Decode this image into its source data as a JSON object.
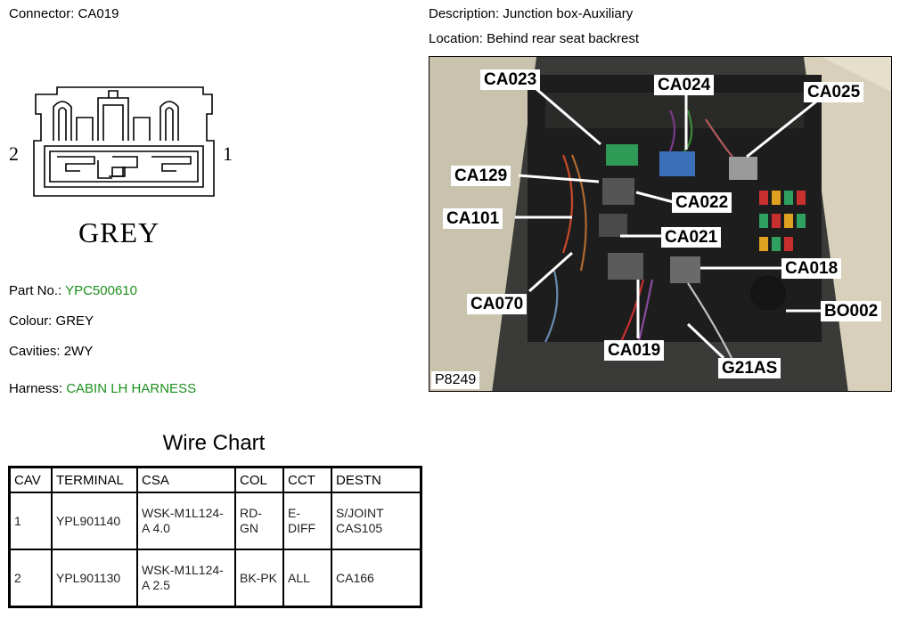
{
  "connector": {
    "label": "Connector:",
    "id": "CA019",
    "pin_left": "2",
    "pin_right": "1",
    "colour_text": "GREY"
  },
  "header": {
    "description_label": "Description:",
    "description": "Junction box-Auxiliary",
    "location_label": "Location:",
    "location": "Behind rear seat backrest"
  },
  "details": {
    "part_no_label": "Part No.:",
    "part_no": "YPC500610",
    "colour_label": "Colour:",
    "colour": "GREY",
    "cavities_label": "Cavities:",
    "cavities": "2WY",
    "harness_label": "Harness:",
    "harness": "CABIN LH HARNESS"
  },
  "photo": {
    "code": "P8249",
    "callouts": [
      "CA023",
      "CA024",
      "CA025",
      "CA129",
      "CA022",
      "CA101",
      "CA021",
      "CA018",
      "CA070",
      "BO002",
      "CA019",
      "G21AS"
    ]
  },
  "wire_chart": {
    "title": "Wire Chart",
    "headers": [
      "CAV",
      "TERMINAL",
      "CSA",
      "COL",
      "CCT",
      "DESTN"
    ],
    "rows": [
      [
        "1",
        "YPL901140",
        "WSK-M1L124-A 4.0",
        "RD-GN",
        "E-DIFF",
        "S/JOINT CAS105"
      ],
      [
        "2",
        "YPL901130",
        "WSK-M1L124-A 2.5",
        "BK-PK",
        "ALL",
        "CA166"
      ]
    ]
  },
  "colors": {
    "accent_green": "#1c8f1c"
  }
}
